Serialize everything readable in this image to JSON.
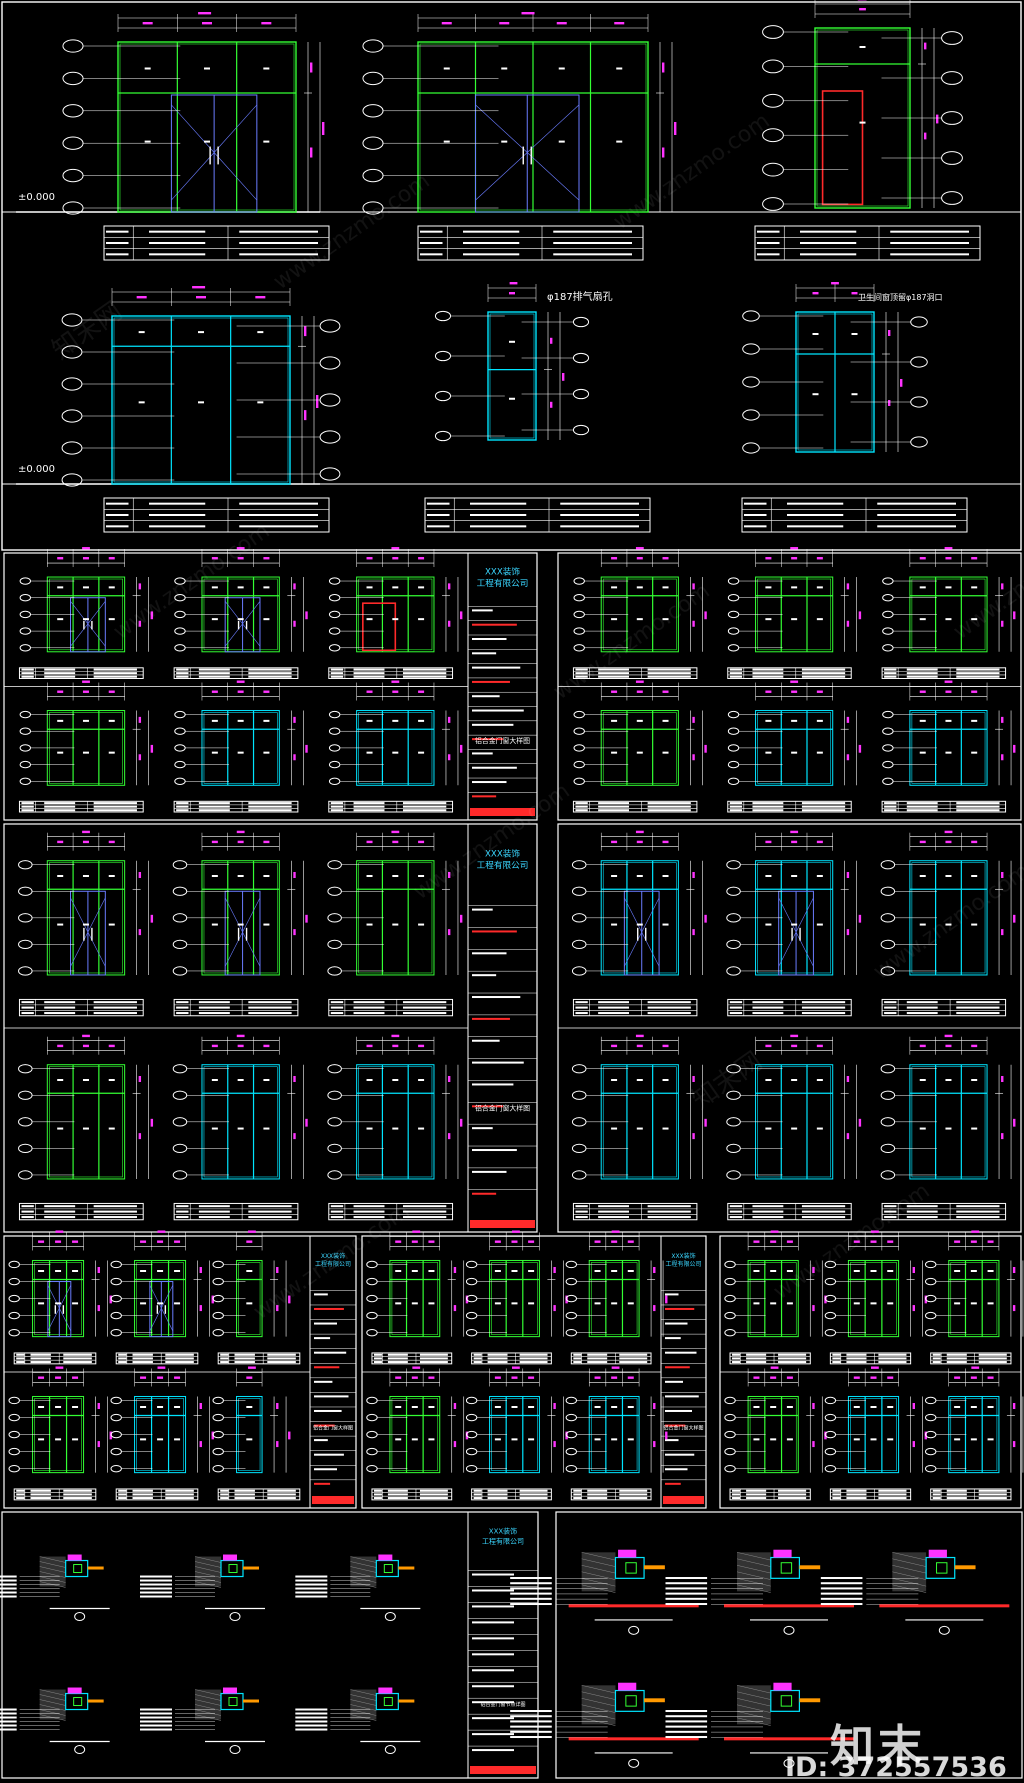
{
  "drawing_set": {
    "level_mark": "±0.000",
    "vent_hole_note": "φ187排气扇孔",
    "bath_vent_note": "卫生间窗顶留φ187洞口",
    "company_name": "XXX装饰工程有限公司",
    "company_line1": "XXX装饰",
    "company_line2": "工程有限公司",
    "drawing_title": "铝合金门窗大样图",
    "node_title": "铝合金门窗节点详图"
  },
  "watermark": {
    "site": "www.znzmo.com",
    "brand": "知末",
    "brand_site_text": "知末网",
    "id_label": "ID: 372557536"
  },
  "colors": {
    "background": "#000000",
    "green": "#33ff33",
    "cyan": "#00e5ff",
    "magenta": "#ff33ff",
    "red": "#ff2a2a",
    "white": "#ffffff",
    "orange": "#ff9900"
  }
}
